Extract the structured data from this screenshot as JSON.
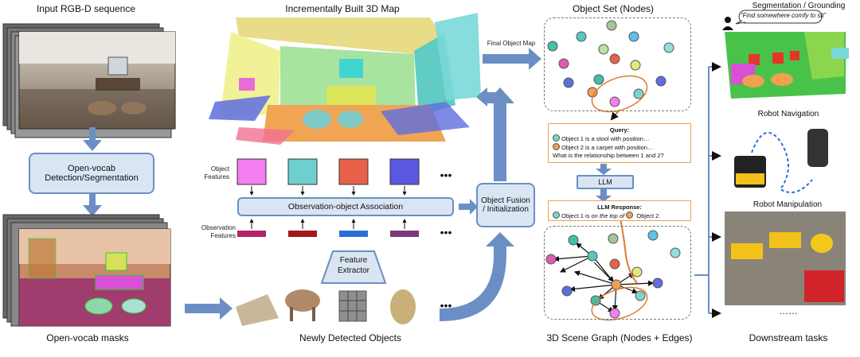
{
  "captions": {
    "input_seq": "Input RGB-D sequence",
    "map_title": "Incrementally Built 3D Map",
    "object_set": "Object Set (Nodes)",
    "seg_title": "Segmentation / Grounding",
    "query_quote": "“Find somewhere comfy to sit”",
    "masks": "Open-vocab masks",
    "newly_detected": "Newly Detected Objects",
    "scene_graph": "3D Scene Graph (Nodes + Edges)",
    "downstream": "Downstream tasks",
    "robot_nav": "Robot Navigation",
    "robot_manip": "Robot Manipulation",
    "final_map": "Final Object Map",
    "obj_feat_1": "Object",
    "obj_feat_2": "Features",
    "obs_feat_1": "Observation",
    "obs_feat_2": "Features",
    "ellipsis": "•••",
    "dots_more": "……"
  },
  "boxes": {
    "detection_1": "Open-vocab",
    "detection_2": "Detection/Segmentation",
    "association": "Observation-object Association",
    "fusion_1": "Object Fusion",
    "fusion_2": "/ Initialization",
    "extractor_1": "Feature",
    "extractor_2": "Extractor",
    "llm": "LLM"
  },
  "query": {
    "title": "Query:",
    "line1": "Object 1 is a stool with position…",
    "line2": "Object 2 is a carpet with position…",
    "line3": "What is the relationship between 1 and 2?"
  },
  "response": {
    "title": "LLM Response:",
    "pre": "Object 1 is ",
    "rel": "on the top of",
    "post": " Object 2."
  },
  "colors": {
    "arrow": "#6b8fc4",
    "feat_obj": [
      "#f27ef0",
      "#6fcfcf",
      "#e8604a",
      "#5a57e0"
    ],
    "feat_obs": [
      "#b3246a",
      "#a31818",
      "#2a6fd6",
      "#7a3a7a"
    ],
    "dot_teal": "#7ed4c8",
    "dot_orange": "#f0a050"
  }
}
